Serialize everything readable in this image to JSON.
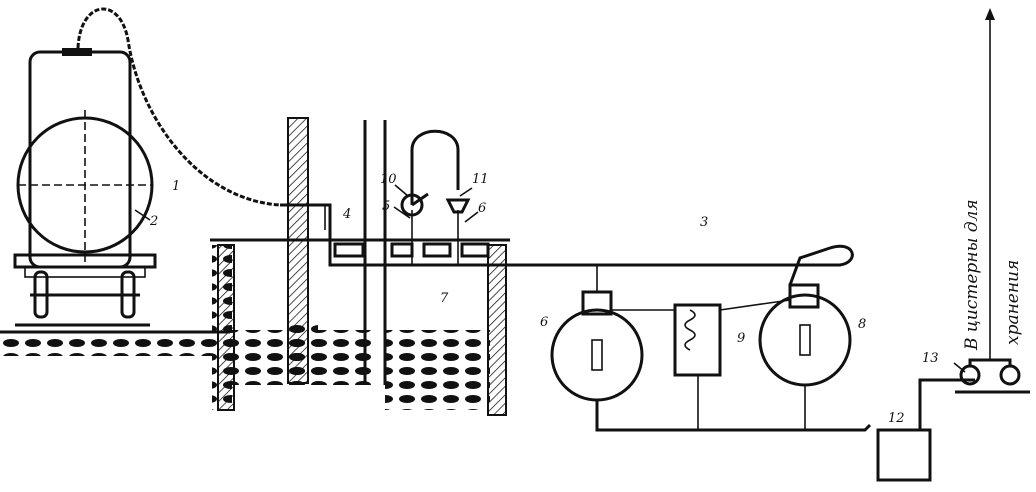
{
  "labels": {
    "l1": "1",
    "l2": "2",
    "l3": "3",
    "l4": "4",
    "l5": "5",
    "l6a": "6",
    "l6b": "6",
    "l7": "7",
    "l8": "8",
    "l9": "9",
    "l10": "10",
    "l11": "11",
    "l12": "12",
    "l13": "13"
  },
  "destination": {
    "line1": "В цистерны для",
    "line2": "хранения"
  }
}
